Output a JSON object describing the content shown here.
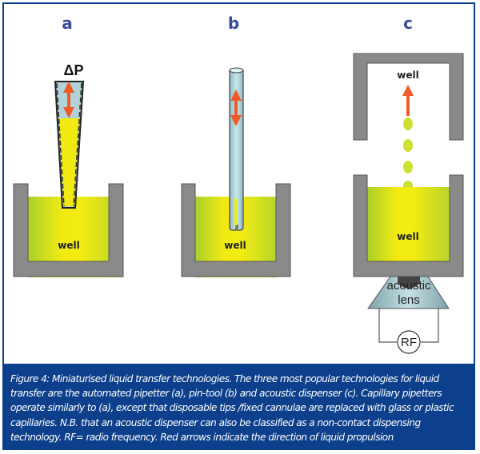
{
  "figure": {
    "panels": [
      {
        "label": "a",
        "name": "automated pipetter",
        "pressure_label": "ΔP",
        "well_label": "well"
      },
      {
        "label": "b",
        "name": "pin-tool",
        "well_label": "well"
      },
      {
        "label": "c",
        "name": "acoustic dispenser",
        "top_well_label": "well",
        "bottom_well_label": "well",
        "lens_label_line1": "acoustic",
        "lens_label_line2": "lens",
        "source_label": "RF"
      }
    ],
    "colors": {
      "border": "#0c3f8c",
      "caption_bg": "#0c3f8c",
      "well_wall": "#8a8a8a",
      "liquid_center": "#f3ec12",
      "liquid_edge": "#a9cf2b",
      "arrow": "#f05a28",
      "tube": "#b8dde4",
      "lens": "#9fbfc6",
      "label": "#3b4a9e"
    }
  },
  "caption": {
    "text": "Figure 4: Miniaturised liquid transfer technologies. The three most popular technologies for liquid transfer are the automated pipetter (a), pin-tool (b) and acoustic dispenser (c). Capillary pipetters operate similarly to (a), except that disposable tips /fixed cannulae are replaced with glass or plastic capillaries. N.B. that an acoustic dispenser can also be classified as a non-contact dispensing technology. RF= radio frequency. Red arrows indicate the direction of liquid propulsion"
  }
}
